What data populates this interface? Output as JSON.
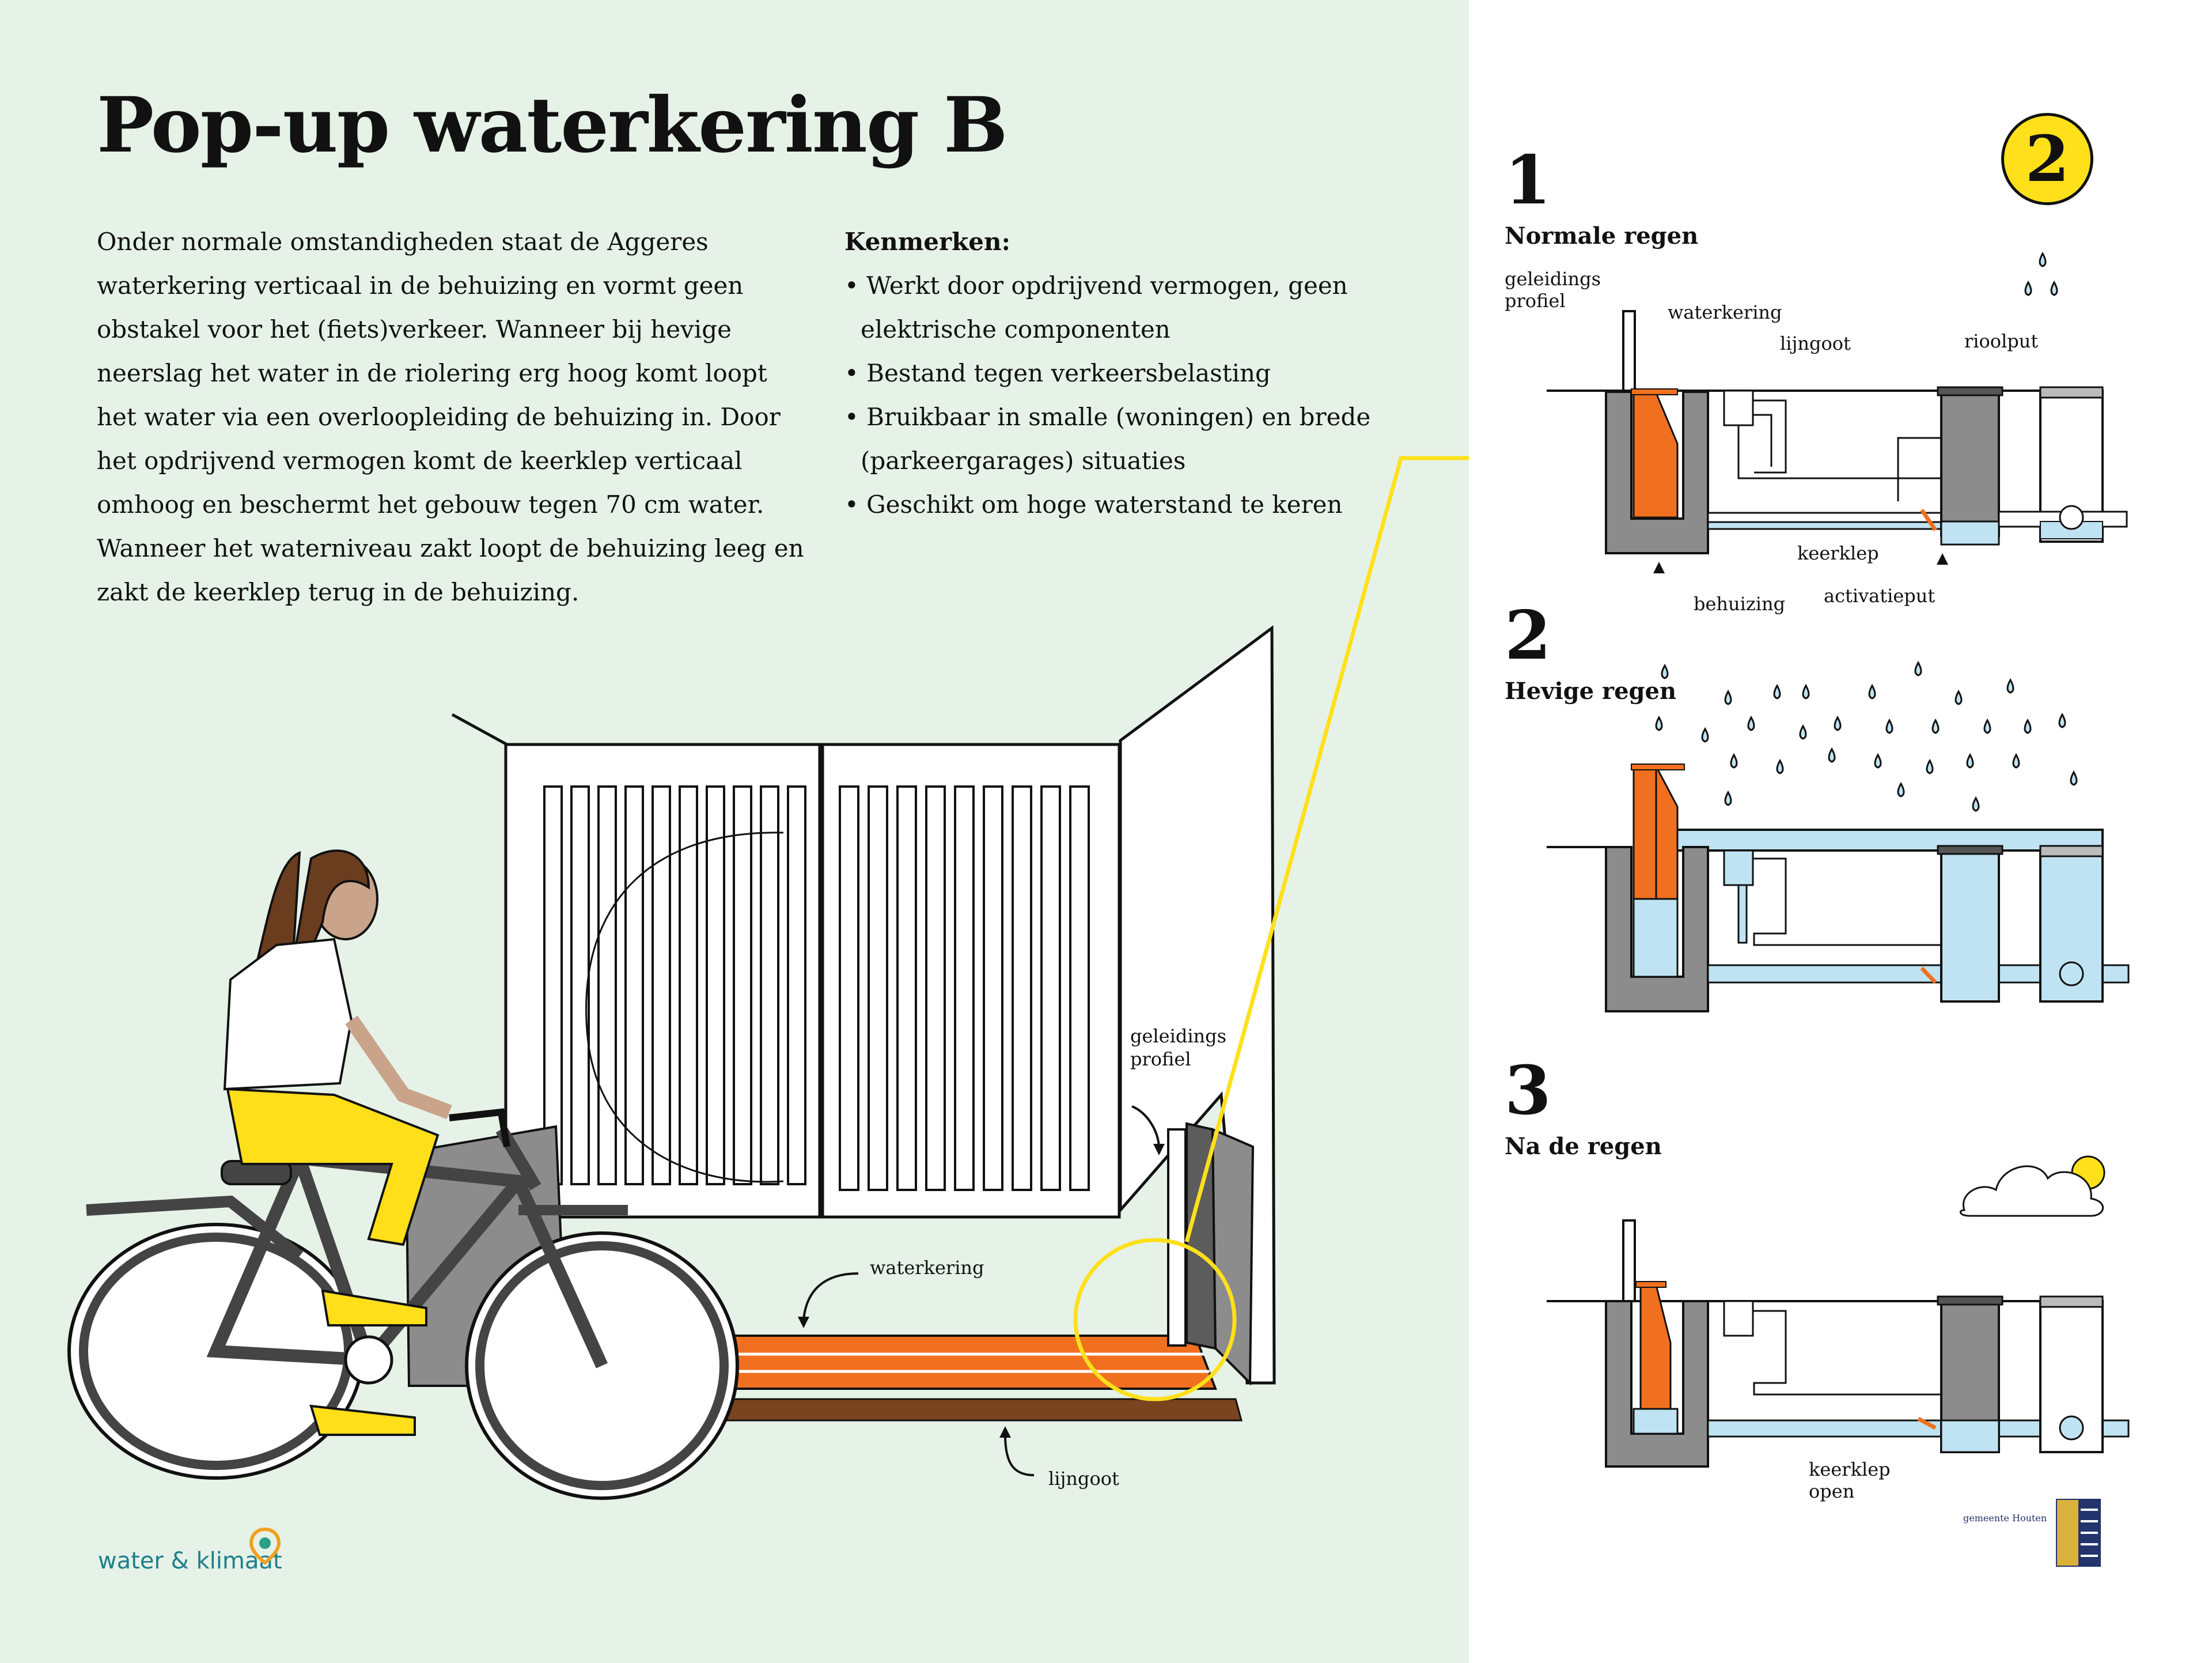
{
  "title": "Pop-up waterkering B",
  "intro": "Onder normale omstandigheden staat de Aggeres waterkering verticaal in de behuizing en vormt geen obstakel voor het (fiets)verkeer. Wanneer bij hevige neerslag het water in de riolering erg hoog komt loopt het water via een overloopleiding de behuizing in. Door het opdrijvend vermogen komt de keerklep verticaal omhoog en beschermt het gebouw tegen 70 cm water. Wanneer het waterniveau zakt loopt de behuizing leeg en zakt de keerklep terug in de behuizing.",
  "features": {
    "heading": "Kenmerken:",
    "items": [
      "Werkt door opdrijvend vermogen, geen elektrische componenten",
      "Bestand tegen verkeersbelasting",
      "Bruikbaar in smalle (woningen) en brede (parkeergarages) situaties",
      "Geschikt om hoge waterstand te keren"
    ]
  },
  "illustration_labels": {
    "geleidings": "geleidings",
    "profiel": "profiel",
    "waterkering": "waterkering",
    "lijngoot": "lijngoot"
  },
  "badge": "2",
  "steps": [
    {
      "num": "1",
      "title": "Normale regen"
    },
    {
      "num": "2",
      "title": "Hevige regen"
    },
    {
      "num": "3",
      "title": "Na de regen"
    }
  ],
  "diagram_labels": {
    "geleidings": "geleidings",
    "profiel": "profiel",
    "waterkering": "waterkering",
    "lijngoot": "lijngoot",
    "rioolput": "rioolput",
    "keerklep": "keerklep",
    "behuizing": "behuizing",
    "activatieput": "activatieput",
    "keerklep_open_1": "keerklep",
    "keerklep_open_2": "open"
  },
  "logos": {
    "water_klimaat": "water & klimaat",
    "houten": "gemeente Houten"
  },
  "colors": {
    "background_left": "#e6f2e8",
    "orange": "#f07020",
    "water": "#bfe3f2",
    "gray": "#8c8c8c",
    "yellow": "#ffe01b",
    "brown": "#7a4420"
  }
}
